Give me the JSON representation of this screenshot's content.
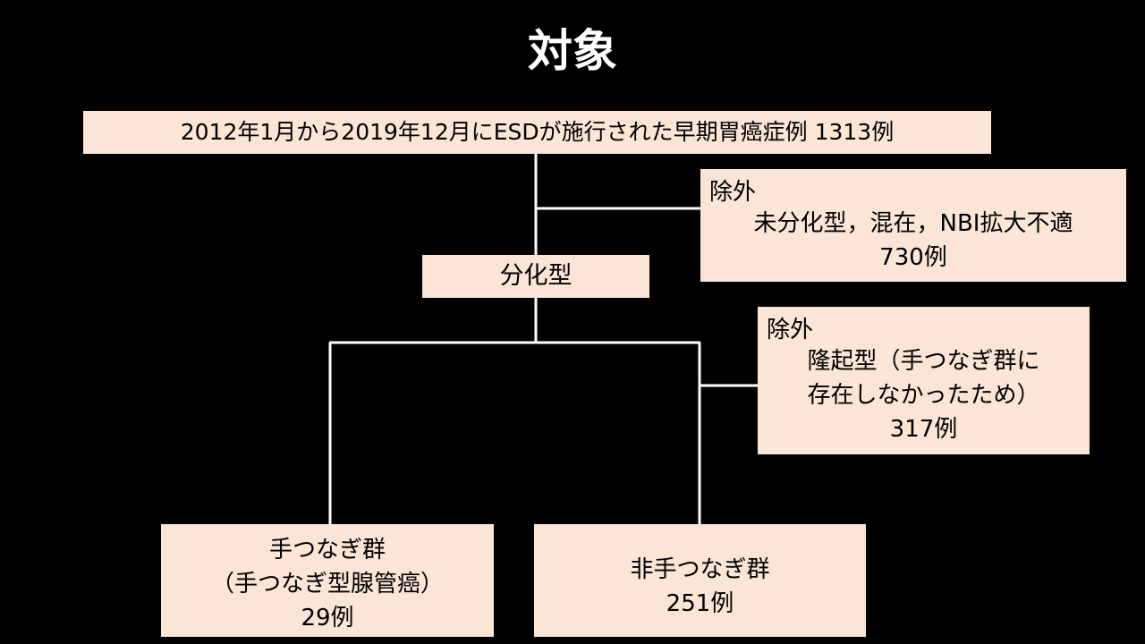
{
  "title": "対象",
  "colors": {
    "background": "#000000",
    "box_fill": "#fbe5d6",
    "connector": "#ffffff",
    "title_text": "#ffffff"
  },
  "boxes": {
    "top": {
      "text": "2012年1月から2019年12月にESDが施行された早期胃癌症例   1313例"
    },
    "exclusion1": {
      "heading": "除外",
      "lines": [
        "未分化型，混在，NBI拡大不適",
        "730例"
      ]
    },
    "differentiated": {
      "text": "分化型"
    },
    "exclusion2": {
      "heading": "除外",
      "lines": [
        "隆起型（手つなぎ群に",
        "存在しなかったため）",
        "317例"
      ]
    },
    "hand_group": {
      "lines": [
        "手つなぎ群",
        "（手つなぎ型腺管癌）",
        "29例"
      ]
    },
    "non_hand_group": {
      "lines": [
        "非手つなぎ群",
        "251例"
      ]
    }
  }
}
